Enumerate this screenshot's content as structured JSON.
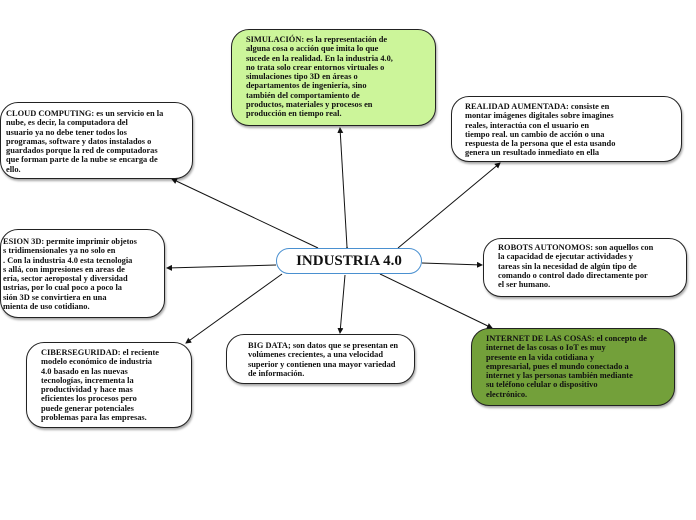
{
  "center": {
    "title": "INDUSTRIA 4.0",
    "border_color": "#4a90d0"
  },
  "nodes": {
    "simulacion": {
      "fill": "#ccf59a",
      "lines": [
        "SIMULACIÓN: es la representación de",
        "alguna cosa o acción que imita lo que",
        "sucede en la realidad. En la industria 4.0,",
        "no trata solo crear entornos virtuales o",
        "simulaciones tipo 3D en áreas o",
        "departamentos de ingeniería, sino",
        "también  del comportamiento de",
        "productos, materiales y procesos en",
        "producción en tiempo real."
      ]
    },
    "cloud": {
      "fill": "#ffffff",
      "lines": [
        "CLOUD COMPUTING: es un servicio en la",
        "nube, es decir, la computadora del",
        "usuario ya no debe tener todos los",
        "programas, software y datos instalados o",
        "guardados porque la red de computadoras",
        "que forman parte de la nube se encarga de",
        "ello."
      ]
    },
    "realidad": {
      "fill": "#ffffff",
      "lines": [
        "REALIDAD AUMENTADA: consiste en",
        "montar imágenes digitales sobre imagines",
        "reales, interactúa con el usuario en",
        "tiempo real. un cambio de acción o una",
        "respuesta de la persona que el esta usando",
        "genera un resultado inmediato en ella"
      ]
    },
    "impresion": {
      "fill": "#ffffff",
      "lines": [
        "ESION 3D: permite imprimir objetos",
        "s tridimensionales ya no solo en",
        ". Con la industria 4.0 esta tecnologia",
        "s allá, con impresiones en areas  de",
        "ería, sector aeropostal y diversidad",
        "ustrias, por lo cual poco a poco la",
        "sión 3D se convirtiera en una",
        "mienta de uso cotidiano."
      ]
    },
    "robots": {
      "fill": "#ffffff",
      "lines": [
        "ROBOTS AUTONOMOS: son aquellos con",
        "la capacidad de ejecutar actividades y",
        "tareas sin la necesidad de algún tipo de",
        "comando o control dado directamente por",
        "el ser humano."
      ]
    },
    "ciberseguridad": {
      "fill": "#ffffff",
      "lines": [
        "CIBERSEGURIDAD: el reciente",
        "modelo económico de industria",
        "4.0 basado en las nuevas",
        "tecnologías, incrementa  la",
        "productividad y hace mas",
        "eficientes los procesos pero",
        "puede generar potenciales",
        "problemas para las empresas."
      ]
    },
    "bigdata": {
      "fill": "#ffffff",
      "lines": [
        "BIG DATA; son datos que se presentan en",
        "volúmenes crecientes, a una velocidad",
        "superior y contienen una mayor variedad",
        "de información."
      ]
    },
    "internet": {
      "fill": "#73a03a",
      "lines": [
        "INTERNET DE LAS COSAS: el concepto de",
        "internet de las cosas o IoT es muy",
        "presente en la vida cotidiana y",
        "empresarial, pues el mundo conectado a",
        "internet y las personas también mediante",
        "su teléfono celular o dispositivo",
        "electrónico."
      ]
    }
  }
}
